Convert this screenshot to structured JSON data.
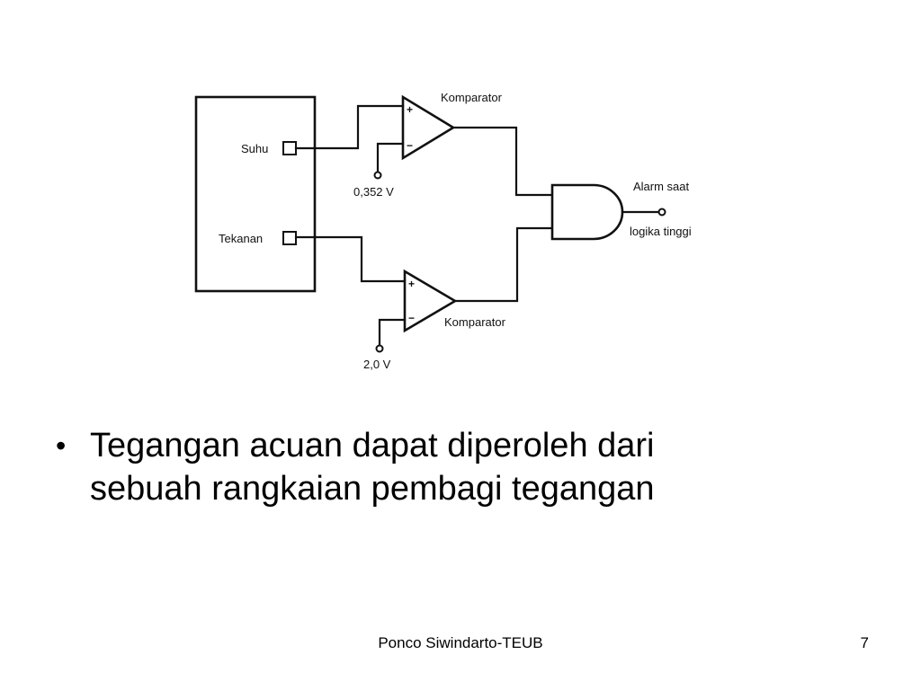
{
  "diagram": {
    "labels": {
      "sensor_temp": "Suhu",
      "sensor_pressure": "Tekanan",
      "comparator_top": "Komparator",
      "comparator_bottom": "Komparator",
      "ref_top": "0,352 V",
      "ref_bottom": "2,0 V",
      "output_line1": "Alarm saat",
      "output_line2": "logika tinggi",
      "plus": "+",
      "minus": "−"
    }
  },
  "bullets": [
    {
      "mark": "•",
      "line1": "Tegangan acuan dapat diperoleh dari",
      "line2": "sebuah rangkaian pembagi tegangan"
    }
  ],
  "footer": {
    "author": "Ponco Siwindarto-TEUB",
    "page_number": "7"
  }
}
